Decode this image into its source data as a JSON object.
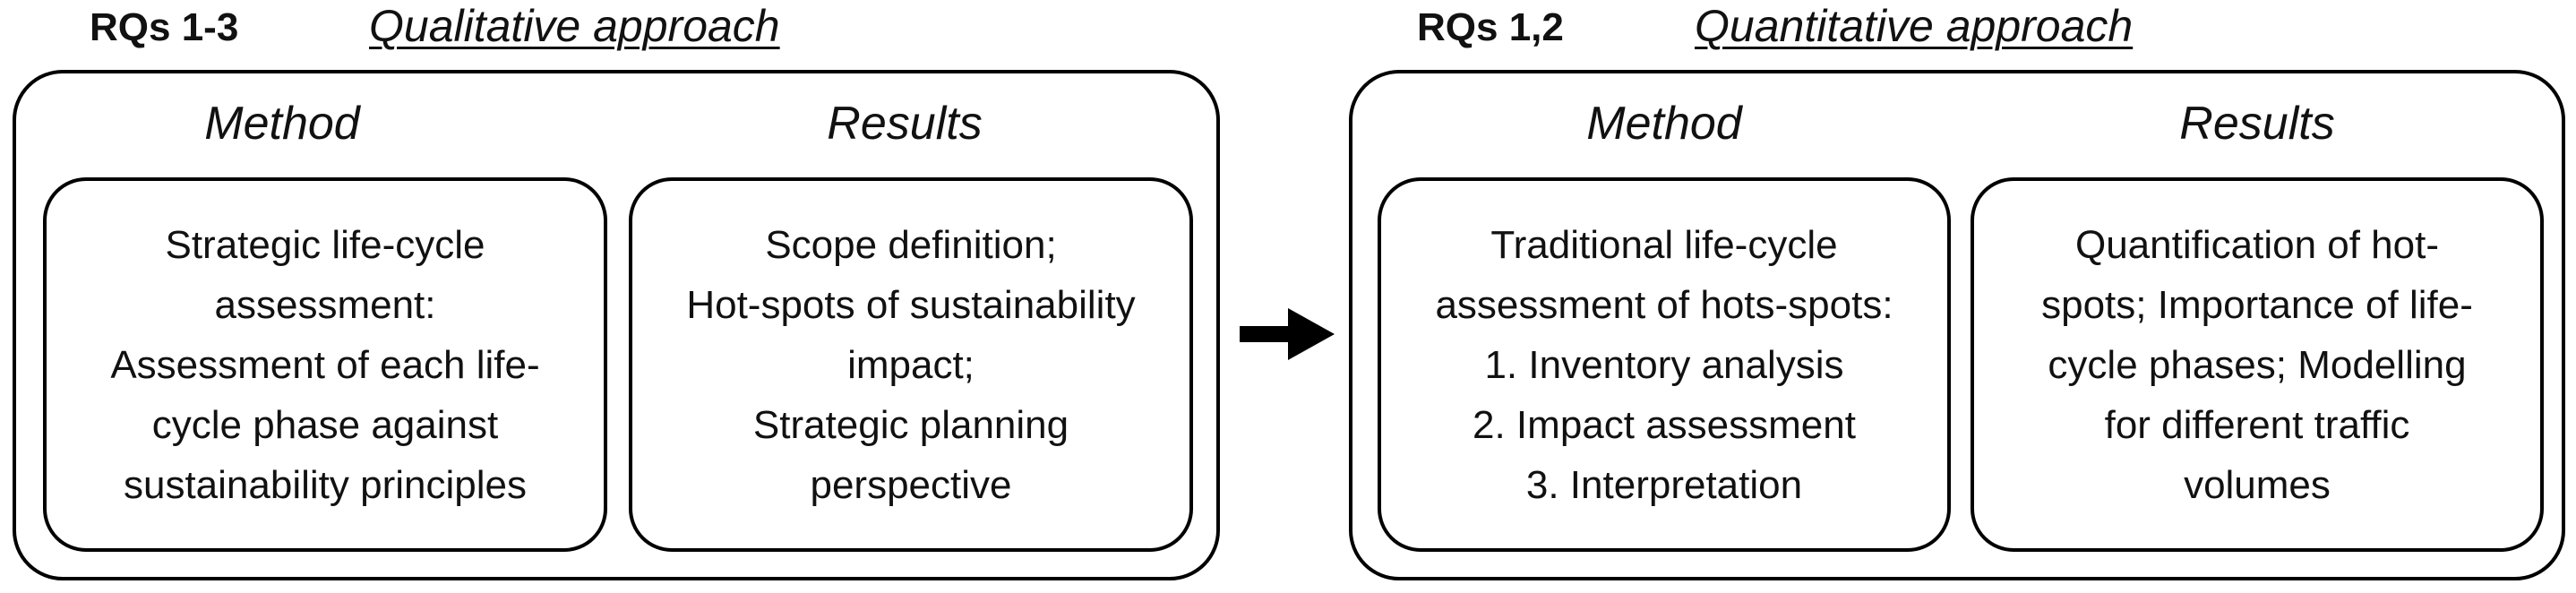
{
  "left": {
    "rq_label": "RQs 1-3",
    "approach_title": "Qualitative approach",
    "method_heading": "Method",
    "results_heading": "Results",
    "method_text": "Strategic life-cycle\nassessment:\nAssessment of each life-\ncycle phase against\nsustainability principles",
    "results_text": "Scope definition;\nHot-spots of sustainability\nimpact;\nStrategic planning\nperspective"
  },
  "right": {
    "rq_label": "RQs 1,2",
    "approach_title": "Quantitative approach",
    "method_heading": "Method",
    "results_heading": "Results",
    "method_text": "Traditional life-cycle\nassessment of hots-spots:\n1. Inventory analysis\n2. Impact assessment\n3. Interpretation",
    "results_text": "Quantification of hot-\nspots; Importance of life-\ncycle phases; Modelling\nfor different traffic\nvolumes"
  },
  "arrow": {
    "icon": "arrow-right-icon",
    "color": "#000000"
  }
}
